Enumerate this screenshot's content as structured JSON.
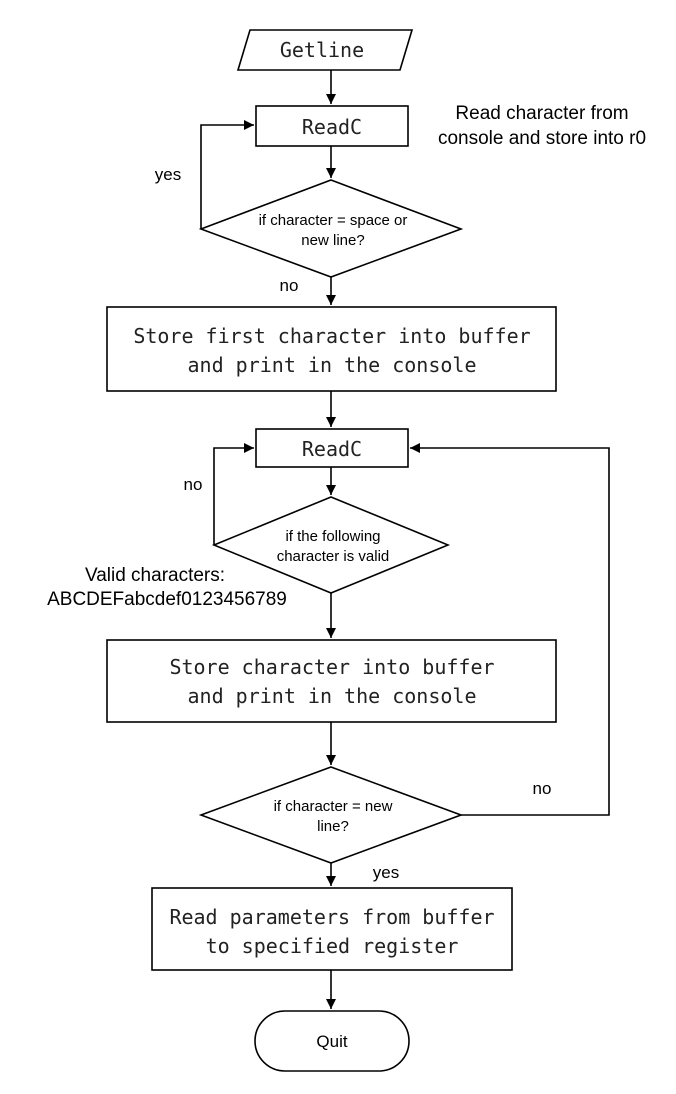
{
  "flowchart": {
    "start": "Getline",
    "read1": "ReadC",
    "read1_note": [
      "Read character from",
      "console and store into r0"
    ],
    "decision1": [
      "if character = space or",
      "new line?"
    ],
    "decision1_yes": "yes",
    "decision1_no": "no",
    "store_first": [
      "Store first character into buffer",
      "and print in the console"
    ],
    "read2": "ReadC",
    "decision2": [
      "if the following",
      "character is valid"
    ],
    "decision2_no": "no",
    "valid_note": [
      "Valid characters:",
      "ABCDEFabcdef0123456789"
    ],
    "store_char": [
      "Store character into buffer",
      "and print in the console"
    ],
    "decision3": [
      "if character =  new",
      "line?"
    ],
    "decision3_no": "no",
    "decision3_yes": "yes",
    "read_params": [
      "Read parameters from buffer",
      "to specified register"
    ],
    "end": "Quit"
  }
}
